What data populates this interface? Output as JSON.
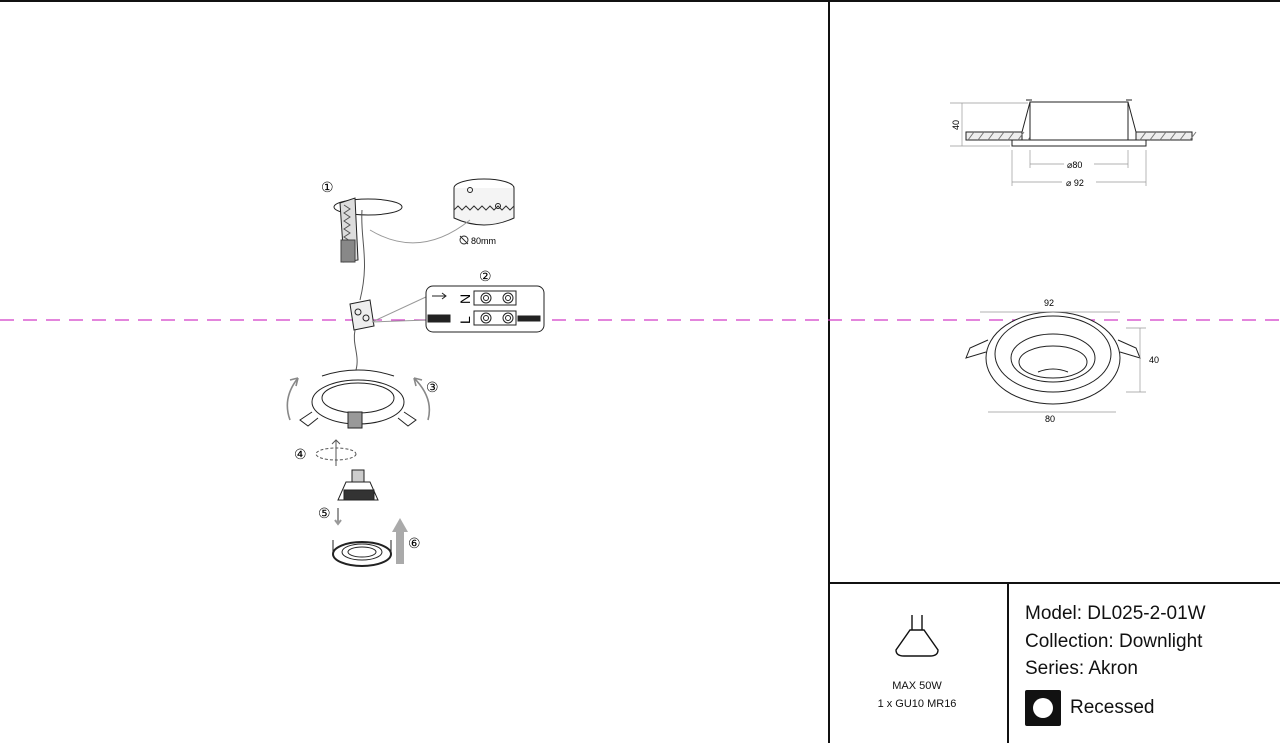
{
  "steps": [
    "①",
    "②",
    "③",
    "④",
    "⑤",
    "⑥"
  ],
  "hole_saw_label": "80mm",
  "wiring": {
    "n_label": "N",
    "l_label": "L"
  },
  "dimensions": {
    "side_view": {
      "height": "40",
      "inner_diameter": "⌀80",
      "outer_diameter": "⌀ 92"
    },
    "top_view": {
      "outer": "92",
      "height": "40",
      "inner": "80"
    }
  },
  "info": {
    "max_power": "MAX 50W",
    "lamp": "1 x GU10 MR16",
    "model": "Model: DL025-2-01W",
    "collection": "Collection: Downlight",
    "series": "Series: Akron",
    "mount_type": "Recessed"
  },
  "colors": {
    "cut_line": "#d23cc8",
    "line": "#111111",
    "gray_arrow": "#9a9a9a"
  }
}
